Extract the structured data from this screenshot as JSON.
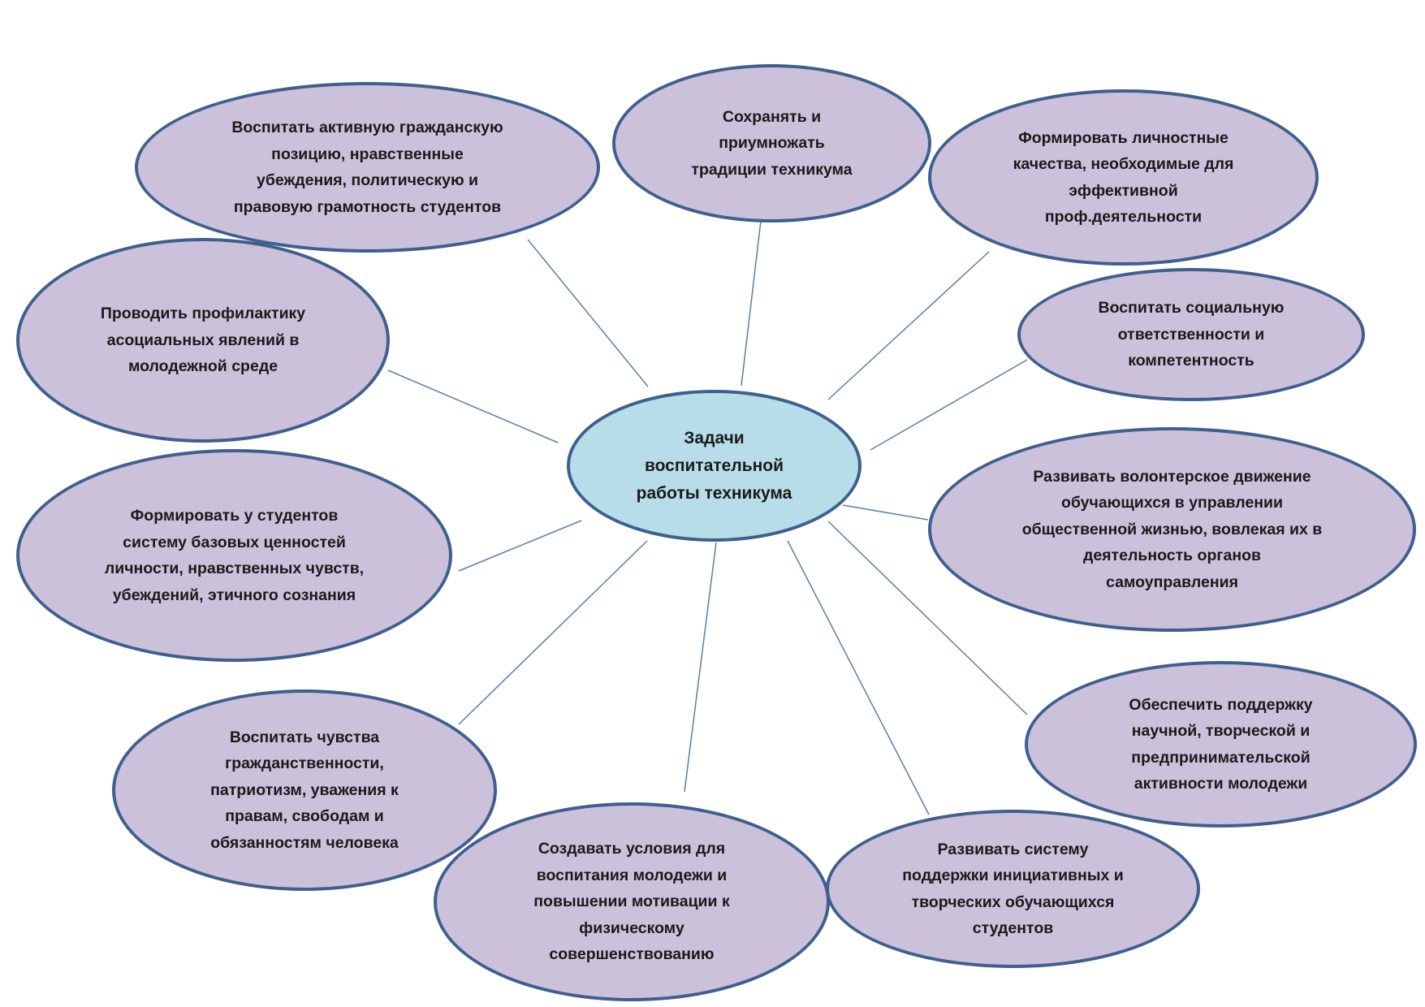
{
  "center": {
    "label": "Задачи\nвоспитательной\nработы техникума"
  },
  "tasks": [
    {
      "id": "civic-position",
      "label": "Воспитать активную гражданскую\nпозицию, нравственные\nубеждения, политическую и\nправовую грамотность студентов"
    },
    {
      "id": "traditions",
      "label": "Сохранять и\nприумножать\nтрадиции техникума"
    },
    {
      "id": "personal-qualities",
      "label": "Формировать личностные\nкачества, необходимые для\nэффективной\nпроф.деятельности"
    },
    {
      "id": "social-responsibility",
      "label": "Воспитать социальную\nответственности и\nкомпетентность"
    },
    {
      "id": "volunteering",
      "label": "Развивать волонтерское движение\nобучающихся в управлении\nобщественной жизнью, вовлекая их в\nдеятельность органов\nсамоуправления"
    },
    {
      "id": "support-activity",
      "label": "Обеспечить поддержку\nнаучной,  творческой и\nпредпринимательской\nактивности молодежи"
    },
    {
      "id": "initiative-students",
      "label": "Развивать систему\nподдержки инициативных и\nтворческих обучающихся\nстудентов"
    },
    {
      "id": "physical-motivation",
      "label": "Создавать условия для\nвоспитания молодежи и\nповышении мотивации к\nфизическому\nсовершенствованию"
    },
    {
      "id": "citizenship-feelings",
      "label": "Воспитать чувства\nгражданственности,\nпатриотизм, уважения к\nправам, свободам и\nобязанностям человека"
    },
    {
      "id": "basic-values",
      "label": "Формировать у студентов\nсистему базовых ценностей\nличности, нравственных чувств,\nубеждений, этичного сознания"
    },
    {
      "id": "prevention",
      "label": "Проводить профилактику\nасоциальных явлений в\nмолодежной среде"
    }
  ]
}
